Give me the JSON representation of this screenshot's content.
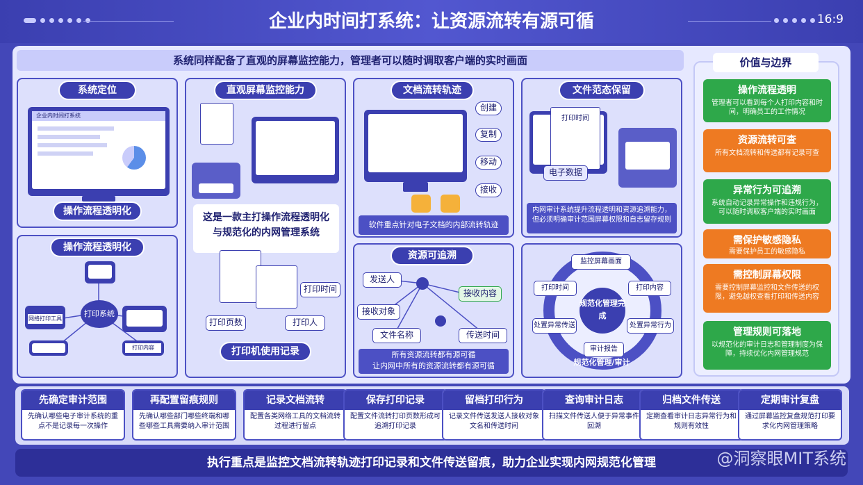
{
  "header": {
    "title": "企业内时间打系统：让资源流转有源可循",
    "ratio": "16:9"
  },
  "subtitle": "系统同样配备了直观的屏幕监控能力，管理者可以随时调取客户端的实时画面",
  "p1": {
    "title": "系统定位",
    "label": "操作流程透明化",
    "screen_title": "企业内时间打系统"
  },
  "p2": {
    "title": "直观屏幕监控能力"
  },
  "p3": {
    "title": "文档流转轨迹",
    "steps": [
      "创建",
      "复制",
      "移动",
      "接收"
    ],
    "caption": "软件重点针对电子文档的内部流转轨迹"
  },
  "p4": {
    "title": "文件范态保留",
    "doc_title": "打印时间",
    "tag": "电子数据",
    "caption": "内网审计系统提升流程透明和资源追溯能力，但必须明确审计范围屏幕权限和自志留存规则"
  },
  "p5": {
    "title": "操作流程透明化",
    "node1": "网络打印工具",
    "node2": "打印内容",
    "center": "打印系统"
  },
  "p6": {
    "desc": "这是一款主打操作流程透明化与规范化的内网管理系统",
    "tag1": "打印时间",
    "tag2": "打印页数",
    "tag3": "打印人",
    "title": "打印机使用记录"
  },
  "p7": {
    "title": "资源可追溯",
    "tags": [
      "发送人",
      "接收内容",
      "接收对象",
      "文件名称",
      "传送时间"
    ],
    "caption1": "所有资源流转都有源可循",
    "caption2": "让内网中所有的资源流转都有源可循"
  },
  "p8": {
    "center": "规范化管理完成",
    "labels": [
      "监控屏幕画面",
      "打印时间",
      "打印内容",
      "处置异常行为",
      "处置异常传送",
      "审计报告"
    ],
    "ring": "规范化管理/审计"
  },
  "side": {
    "title": "价值与边界",
    "cards": [
      {
        "title": "操作流程透明",
        "desc": "管理者可以看到每个人打印内容和时间，明确员工的工作情况",
        "color": "#2ea84a"
      },
      {
        "title": "资源流转可查",
        "desc": "所有文档流转和传送都有记录可查",
        "color": "#ee7a22"
      },
      {
        "title": "异常行为可追溯",
        "desc": "系统自动记录异常操作和违规行为，可以随时调取客户端的实时画面",
        "color": "#2ea84a"
      },
      {
        "title": "需保护敏感隐私",
        "desc": "需要保护员工的敏感隐私",
        "color": "#ee7a22"
      },
      {
        "title": "需控制屏幕权限",
        "desc": "需要控制屏幕监控和文件传送的权限，避免越权查看打印和传送内容",
        "color": "#ee7a22"
      },
      {
        "title": "管理规则可落地",
        "desc": "以规范化的审计日志和管理制度为保障，持续优化内网管理规范",
        "color": "#2ea84a"
      }
    ]
  },
  "steps": [
    {
      "title": "先确定审计范围",
      "desc": "先确认哪些电子审计系统的重点不是记录每一次操作"
    },
    {
      "title": "再配置留痕规则",
      "desc": "先确认哪些部门哪些终端和哪些哪些工具需要纳入审计范围"
    },
    {
      "title": "记录文档流转",
      "desc": "配置各类网络工具的文档流转过程进行留点"
    },
    {
      "title": "保存打印记录",
      "desc": "配置文件流转打印页数形成可追溯打印记录"
    },
    {
      "title": "留档打印行为",
      "desc": "记录文件传送发送人接收对象文名和传送时间"
    },
    {
      "title": "查询审计日志",
      "desc": "扫描文件传送人便于异常事件回溯"
    },
    {
      "title": "归档文件传送",
      "desc": "定期查看审计日志异常行为和规则有效性"
    },
    {
      "title": "定期审计复盘",
      "desc": "通过屏幕监控复盘规范打印要求化内网管理策略"
    }
  ],
  "footer": "执行重点是监控文档流转轨迹打印记录和文件传送留痕，助力企业实现内网规范化管理",
  "watermark": "@洞察眼MIT系统",
  "colors": {
    "primary": "#3b3fb0",
    "accent_green": "#2ea84a",
    "accent_orange": "#ee7a22",
    "bg": "#e6e8ff"
  }
}
